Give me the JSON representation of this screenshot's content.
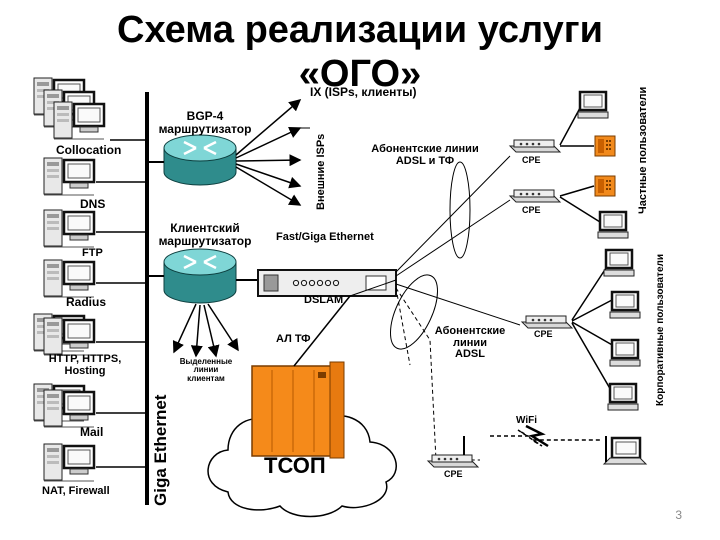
{
  "title_line1": "Схема реализации услуги",
  "title_line2": "«ОГО»",
  "labels": {
    "ix": "IX (ISPs, клиенты)",
    "bgp_router": [
      "BGP-4",
      "маршрутизатор"
    ],
    "external_isps": "Внешние ISPs",
    "client_router": [
      "Клиентский",
      "маршрутизатор"
    ],
    "fast_giga": "Fast/Giga Ethernet",
    "dslam": "DSLAM",
    "al_tf": "АЛ ТФ",
    "dedicated_lines": [
      "Выделенные",
      "линии",
      "клиентам"
    ],
    "tsop": "ТСОП",
    "giga_ethernet": "Giga Ethernet",
    "adsl_tf_lines": [
      "Абонентские линии",
      "ADSL и ТФ"
    ],
    "adsl_lines": [
      "Абонентские",
      "линии",
      "ADSL"
    ],
    "cpe": "CPE",
    "wifi": "WiFi",
    "private_users": "Частные пользователи",
    "corporate_users": "Корпоративные пользователи"
  },
  "servers": [
    {
      "label": "Collocation"
    },
    {
      "label": "DNS"
    },
    {
      "label": "FTP"
    },
    {
      "label": "Radius"
    },
    {
      "label": "HTTP, HTTPS,\nHosting"
    },
    {
      "label": "Mail"
    },
    {
      "label": "NAT, Firewall"
    }
  ],
  "page_number": "3",
  "colors": {
    "router": "#2f8c8c",
    "router_top": "#7fd6d6",
    "tsop_box": "#f58a1a",
    "dslam_fill": "#eeeeee",
    "phone": "#f28a1c",
    "line": "#000000"
  }
}
